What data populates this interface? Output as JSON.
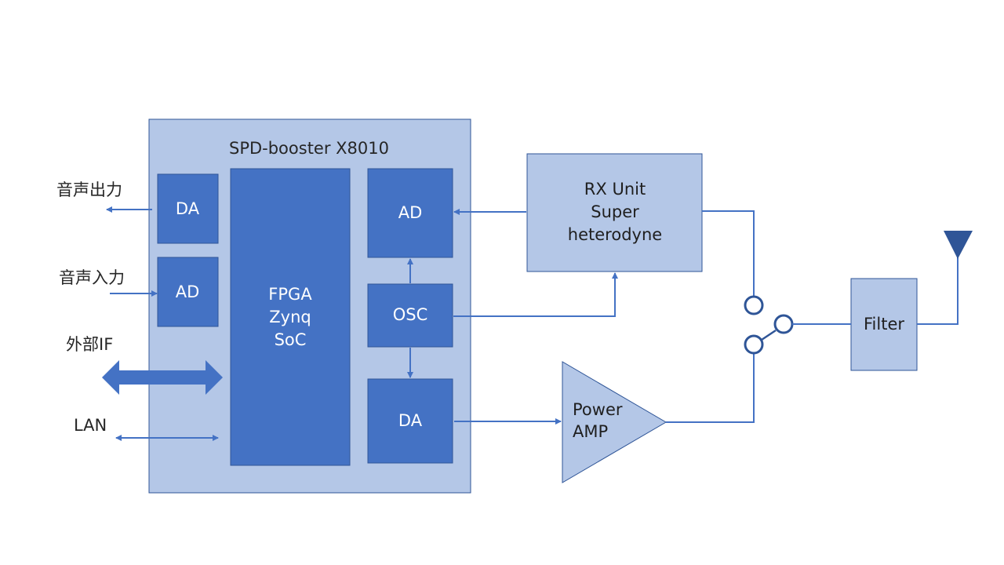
{
  "colors": {
    "board_fill": "#b4c7e7",
    "board_stroke": "#2f5597",
    "block_dark": "#4472c4",
    "block_light": "#b4c7e7",
    "line": "#4472c4",
    "antenna": "#2f5597"
  },
  "board": {
    "title": "SPD-booster X8010"
  },
  "blocks": {
    "da_audio": "DA",
    "ad_audio": "AD",
    "fpga": [
      "FPGA",
      "Zynq",
      "SoC"
    ],
    "ad_rx": "AD",
    "osc": "OSC",
    "da_tx": "DA",
    "rx_unit": [
      "RX Unit",
      "Super",
      "heterodyne"
    ],
    "power_amp": [
      "Power",
      "AMP"
    ],
    "filter": "Filter"
  },
  "io_labels": {
    "audio_out": "音声出力",
    "audio_in": "音声入力",
    "ext_if": "外部IF",
    "lan": "LAN"
  },
  "icons": {
    "antenna": "antenna-icon",
    "switch": "rf-switch-icon"
  }
}
